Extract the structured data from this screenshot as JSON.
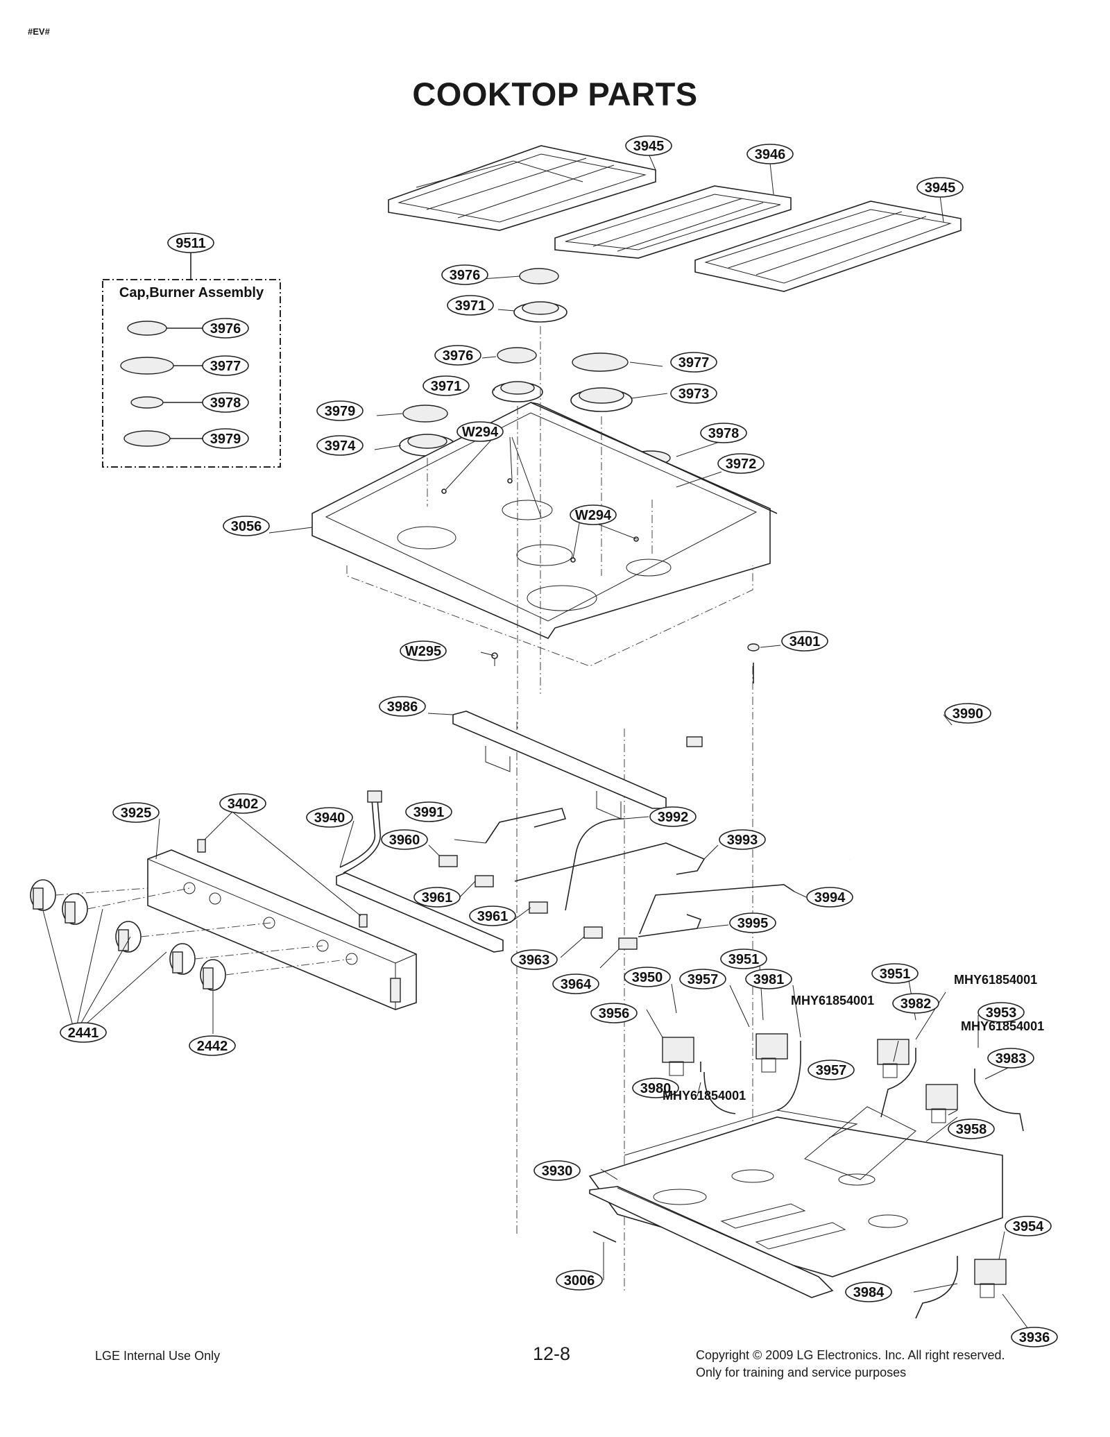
{
  "header_tag": "#EV#",
  "title": "COOKTOP PARTS",
  "assembly": {
    "label": "9511",
    "title": "Cap,Burner Assembly",
    "items": [
      "3976",
      "3977",
      "3978",
      "3979"
    ]
  },
  "callouts": [
    "3945",
    "3946",
    "3945",
    "3976",
    "3971",
    "3976",
    "3971",
    "3977",
    "3973",
    "3979",
    "3974",
    "W294",
    "3978",
    "3972",
    "3056",
    "W294",
    "W295",
    "3401",
    "3986",
    "3990",
    "3925",
    "3402",
    "3940",
    "3991",
    "3992",
    "3960",
    "3993",
    "3961",
    "3994",
    "3961",
    "3995",
    "3963",
    "3951",
    "3964",
    "3950",
    "3957",
    "3981",
    "3951",
    "3956",
    "3982",
    "3953",
    "3957",
    "3983",
    "3980",
    "3958",
    "3930",
    "3954",
    "3984",
    "3006",
    "3936",
    "2441",
    "2442"
  ],
  "part_numbers": [
    "MHY61854001",
    "MHY61854001",
    "MHY61854001",
    "MHY61854001"
  ],
  "footer": {
    "left": "LGE Internal Use Only",
    "page": "12-8",
    "copyright_line1": "Copyright © 2009 LG Electronics. Inc. All right reserved.",
    "copyright_line2": "Only for training and service purposes"
  }
}
